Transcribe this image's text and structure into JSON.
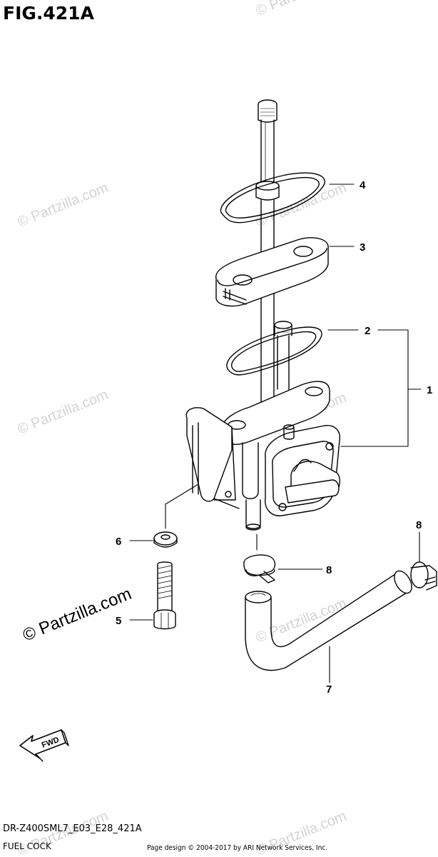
{
  "figure": {
    "title": "FIG.421A",
    "code": "DR-Z400SML7_E03_E28_421A",
    "name": "FUEL COCK",
    "credit": "Page design © 2004-2017 by ARI Network Services, Inc."
  },
  "watermark": {
    "text": "© Partzilla.com",
    "faint_text": "© Partzilla.com"
  },
  "direction_badge": "FWD",
  "callouts": {
    "c1": "1",
    "c2": "2",
    "c3": "3",
    "c4": "4",
    "c5": "5",
    "c6": "6",
    "c7": "7",
    "c8a": "8",
    "c8b": "8"
  },
  "colors": {
    "line": "#000000",
    "watermark": "#cfcfcf"
  }
}
